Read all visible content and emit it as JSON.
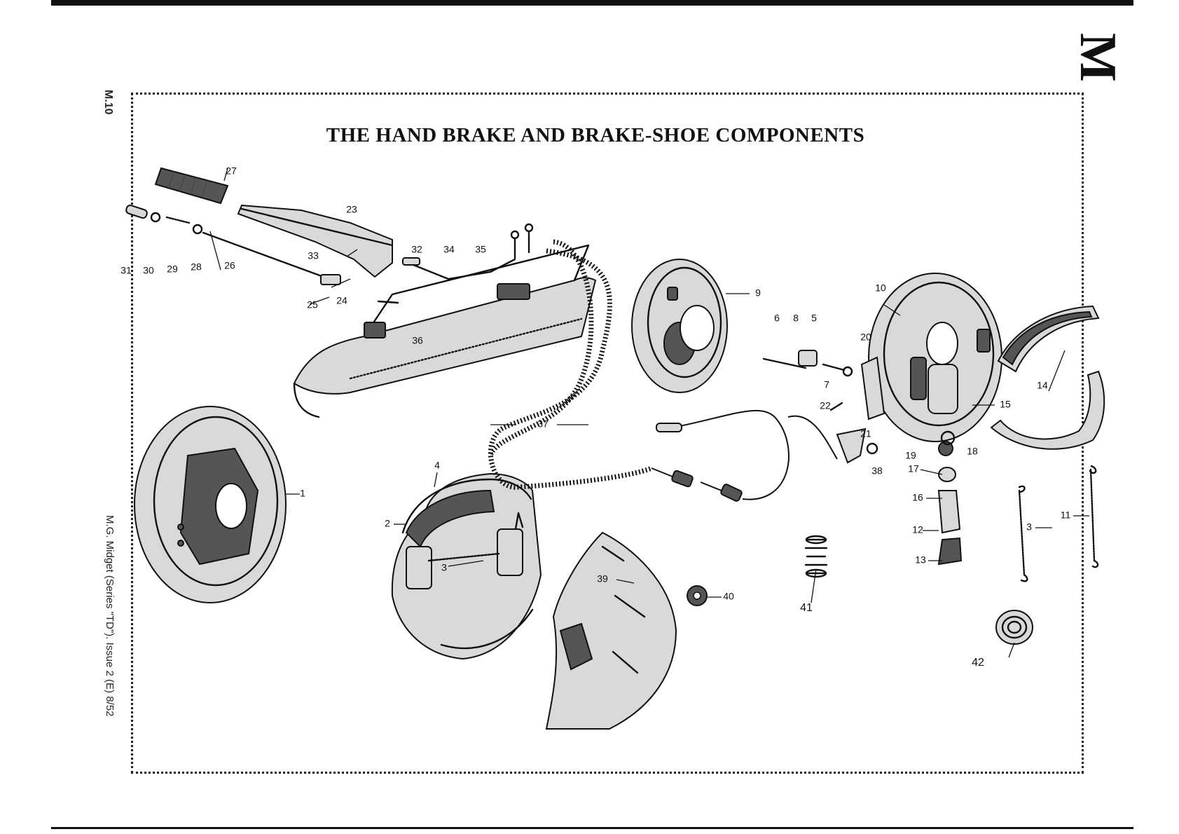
{
  "section_letter": "M",
  "page_ref": "M.10",
  "issue_note": "M.G. Midget (Series \"TD\"). Issue 2 (E) 8/52",
  "title": "THE HAND BRAKE AND BRAKE-SHOE COMPONENTS",
  "components": [
    {
      "id": "brake-drum",
      "callout": "1"
    },
    {
      "id": "front-brake-assembly",
      "callout": "2"
    },
    {
      "id": "pull-off-spring",
      "callout": "3"
    },
    {
      "id": "brake-lining",
      "callout": "4"
    },
    {
      "id": "hose-banjo",
      "callout": "5"
    },
    {
      "id": "bleeder-screw",
      "callout": "6"
    },
    {
      "id": "washer-7",
      "callout": "7"
    },
    {
      "id": "banjo-bolt",
      "callout": "8"
    },
    {
      "id": "backplate",
      "callout": "9"
    },
    {
      "id": "rear-brake-assembly",
      "callout": "10"
    },
    {
      "id": "spring-11",
      "callout": "11"
    },
    {
      "id": "adjuster-body",
      "callout": "12"
    },
    {
      "id": "adjuster-screw",
      "callout": "13"
    },
    {
      "id": "brake-shoe",
      "callout": "14"
    },
    {
      "id": "wheel-cylinder",
      "callout": "15"
    },
    {
      "id": "clip-16",
      "callout": "16"
    },
    {
      "id": "cap-17",
      "callout": "17"
    },
    {
      "id": "boot-18",
      "callout": "18"
    },
    {
      "id": "washer-19",
      "callout": "19"
    },
    {
      "id": "lever-20",
      "callout": "20"
    },
    {
      "id": "lever-21",
      "callout": "21"
    },
    {
      "id": "pin-22",
      "callout": "22"
    },
    {
      "id": "hand-brake-lever",
      "callout": "23"
    },
    {
      "id": "ratchet-24",
      "callout": "24"
    },
    {
      "id": "clevis-25",
      "callout": "25"
    },
    {
      "id": "release-rod",
      "callout": "26"
    },
    {
      "id": "grip",
      "callout": "27"
    },
    {
      "id": "washer-28",
      "callout": "28"
    },
    {
      "id": "spring-29",
      "callout": "29"
    },
    {
      "id": "washer-30",
      "callout": "30"
    },
    {
      "id": "button-31",
      "callout": "31"
    },
    {
      "id": "pin-32",
      "callout": "32"
    },
    {
      "id": "pawl-33",
      "callout": "33"
    },
    {
      "id": "link-34",
      "callout": "34"
    },
    {
      "id": "compensator-35",
      "callout": "35"
    },
    {
      "id": "bracket-36",
      "callout": "36"
    },
    {
      "id": "hand-brake-cable",
      "callout": "37"
    },
    {
      "id": "pin-38",
      "callout": "38"
    },
    {
      "id": "stud-39",
      "callout": "39"
    },
    {
      "id": "nut-40",
      "callout": "40"
    },
    {
      "id": "spring-41",
      "callout": "41"
    },
    {
      "id": "spring-42",
      "callout": "42"
    }
  ]
}
